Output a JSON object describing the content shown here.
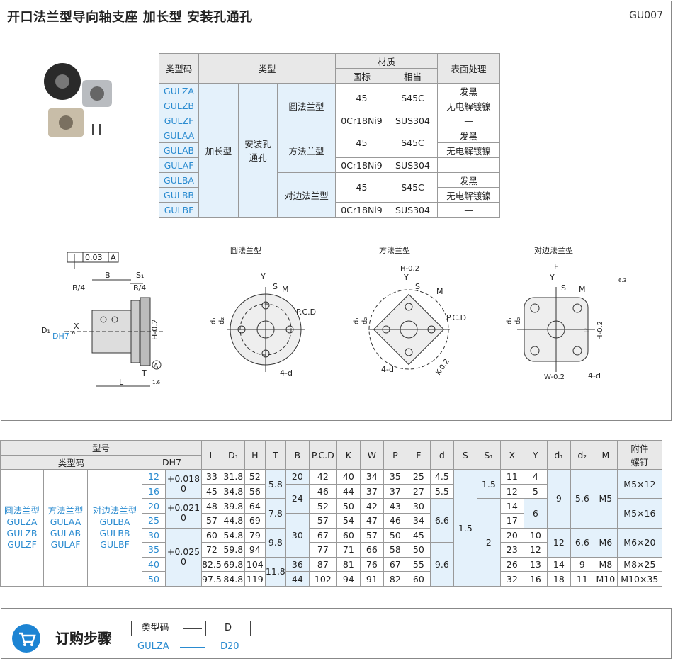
{
  "header": {
    "title": "开口法兰型导向轴支座  加长型  安装孔通孔",
    "code": "GU007"
  },
  "type_table": {
    "headers": {
      "code": "类型码",
      "type": "类型",
      "material": "材质",
      "std": "国标",
      "equiv": "相当",
      "surface": "表面处理"
    },
    "length": "加长型",
    "hole": "安装孔\n通孔",
    "groups": [
      {
        "flange": "圆法兰型",
        "codes": [
          "GULZA",
          "GULZB",
          "GULZF"
        ]
      },
      {
        "flange": "方法兰型",
        "codes": [
          "GULAA",
          "GULAB",
          "GULAF"
        ]
      },
      {
        "flange": "对边法兰型",
        "codes": [
          "GULBA",
          "GULBB",
          "GULBF"
        ]
      }
    ],
    "mat1": "45",
    "eq1": "S45C",
    "mat2": "0Cr18Ni9",
    "eq2": "SUS304",
    "surf1": "发黑",
    "surf2": "无电解镀镍",
    "surf3": "—"
  },
  "drawings": {
    "side": {
      "tol": "0.03",
      "datum": "A",
      "B": "B",
      "B4": "B/4",
      "S1": "S₁",
      "D1": "D₁",
      "DH7": "DH7",
      "X": "X",
      "H": "H-0.2",
      "T": "T",
      "L": "L",
      "A": "A",
      "r16": "1.6",
      "r16b": "1.6"
    },
    "round": {
      "title": "圆法兰型",
      "Y": "Y",
      "S": "S",
      "M": "M",
      "PCD": "P.C.D",
      "d1": "d₁",
      "d2": "d₂",
      "hole": "4-d"
    },
    "square": {
      "title": "方法兰型",
      "H": "H-0.2",
      "Y": "Y",
      "S": "S",
      "M": "M",
      "PCD": "P.C.D",
      "K": "K-0.2",
      "d1": "d₁",
      "d2": "d₂",
      "hole": "4-d"
    },
    "side_cut": {
      "title": "对边法兰型",
      "F": "F",
      "Y": "Y",
      "S": "S",
      "M": "M",
      "d1": "d₁",
      "d2": "d₂",
      "P": "P",
      "H": "H-0.2",
      "W": "W-0.2",
      "hole": "4-d",
      "rough": "6.3"
    }
  },
  "spec_table": {
    "headers": [
      "L",
      "D₁",
      "H",
      "T",
      "B",
      "P.C.D",
      "K",
      "W",
      "P",
      "F",
      "d",
      "S",
      "S₁",
      "X",
      "Y",
      "d₁",
      "d₂",
      "M",
      "附件\n螺钉"
    ],
    "model": "型号",
    "type_code": "类型码",
    "dh7": "DH7",
    "col1": "圆法兰型\nGULZA\nGULZB\nGULZF",
    "col2": "方法兰型\nGULAA\nGULAB\nGULAF",
    "col3": "对边法兰型\nGULBA\nGULBB\nGULBF",
    "D": [
      "12",
      "16",
      "20",
      "25",
      "30",
      "35",
      "40",
      "50"
    ],
    "tol": [
      "+0.018\n0",
      "+0.021\n0",
      "+0.025\n0"
    ],
    "L": [
      "33",
      "45",
      "48",
      "57",
      "60",
      "72",
      "82.5",
      "97.5"
    ],
    "D1": [
      "31.8",
      "34.8",
      "39.8",
      "44.8",
      "54.8",
      "59.8",
      "69.8",
      "84.8"
    ],
    "H": [
      "52",
      "56",
      "64",
      "69",
      "79",
      "94",
      "104",
      "119"
    ],
    "T": [
      "5.8",
      "7.8",
      "9.8",
      "11.8"
    ],
    "B": [
      "20",
      "24",
      "30",
      "36",
      "44"
    ],
    "PCD": [
      "42",
      "46",
      "52",
      "57",
      "67",
      "77",
      "87",
      "102"
    ],
    "K": [
      "40",
      "44",
      "50",
      "54",
      "60",
      "71",
      "81",
      "94"
    ],
    "W": [
      "34",
      "37",
      "42",
      "47",
      "57",
      "66",
      "76",
      "91"
    ],
    "P": [
      "35",
      "37",
      "43",
      "46",
      "50",
      "58",
      "67",
      "82"
    ],
    "F": [
      "25",
      "27",
      "30",
      "34",
      "45",
      "50",
      "55",
      "60"
    ],
    "d": [
      "4.5",
      "5.5",
      "6.6",
      "9.6"
    ],
    "S": "1.5",
    "S1": [
      "1.5",
      "2"
    ],
    "X": [
      "11",
      "12",
      "14",
      "17",
      "20",
      "23",
      "26",
      "32"
    ],
    "Y": [
      "4",
      "5",
      "6",
      "10",
      "12",
      "13",
      "16"
    ],
    "d1": [
      "9",
      "12",
      "14",
      "18"
    ],
    "d2": [
      "5.6",
      "6.6",
      "9",
      "11"
    ],
    "M": [
      "M5",
      "M6",
      "M8",
      "M10"
    ],
    "screw": [
      "M5×12",
      "M5×16",
      "M6×20",
      "M8×25",
      "M10×35"
    ]
  },
  "order": {
    "label": "订购步骤",
    "box1": "类型码",
    "box2": "D",
    "ex1": "GULZA",
    "ex2": "D20"
  }
}
